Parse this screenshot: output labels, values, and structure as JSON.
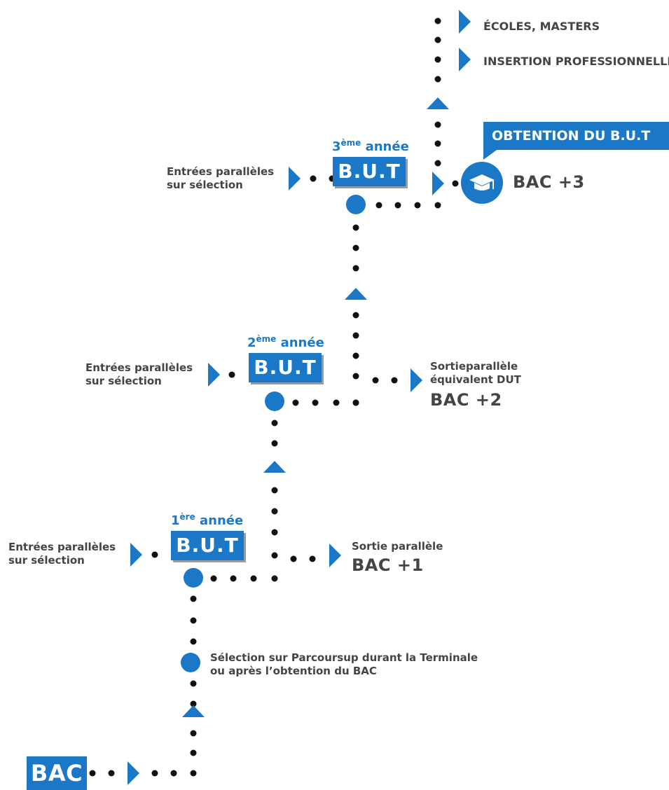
{
  "colors": {
    "accent": "#1b78c7",
    "text": "#444444",
    "dot": "#111111"
  },
  "icon": "graduation-cap-icon",
  "top": {
    "ecoles": "ÉCOLES, MASTERS",
    "insertion": "INSERTION PROFESSIONNELLE"
  },
  "obtention": "OBTENTION DU B.U.T",
  "year3": {
    "num": "3",
    "sup": "ème",
    "label": "année",
    "box": "B.U.T"
  },
  "year2": {
    "num": "2",
    "sup": "ème",
    "label": "année",
    "box": "B.U.T"
  },
  "year1": {
    "num": "1",
    "sup": "ère",
    "label": "année",
    "box": "B.U.T"
  },
  "entrees": {
    "line1": "Entrées parallèles",
    "line2": "sur sélection"
  },
  "bac3": "BAC +3",
  "sortie2": {
    "line1": "Sortieparallèle",
    "line2": "équivalent DUT",
    "bac": "BAC +2"
  },
  "sortie1": {
    "line1": "Sortie parallèle",
    "bac": "BAC +1"
  },
  "selection": {
    "line1": "Sélection sur Parcoursup durant la Terminale",
    "line2": "ou après l’obtention du BAC"
  },
  "bac": "BAC"
}
